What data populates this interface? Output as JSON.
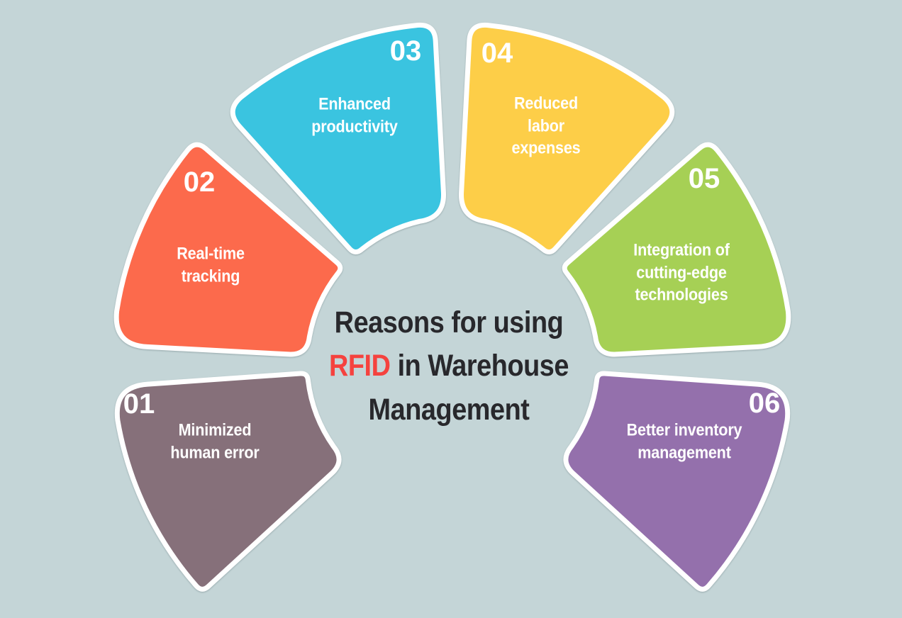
{
  "background_color": "#c4d5d7",
  "title": {
    "line1": "Reasons for using",
    "line2_highlight": "RFID",
    "line2_rest": " in Warehouse",
    "line3": "Management",
    "text_color": "#28282c",
    "highlight_color": "#f5423e"
  },
  "segments": [
    {
      "number": "01",
      "label": "Minimized human error",
      "color": "#86707a"
    },
    {
      "number": "02",
      "label": "Real-time tracking",
      "color": "#fc6a4c"
    },
    {
      "number": "03",
      "label": "Enhanced productivity",
      "color": "#3ac4e0"
    },
    {
      "number": "04",
      "label": "Reduced labor expenses",
      "color": "#fdce48"
    },
    {
      "number": "05",
      "label": "Integration of cutting-edge technologies",
      "color": "#a6d055"
    },
    {
      "number": "06",
      "label": "Better inventory management",
      "color": "#9470ac"
    }
  ]
}
